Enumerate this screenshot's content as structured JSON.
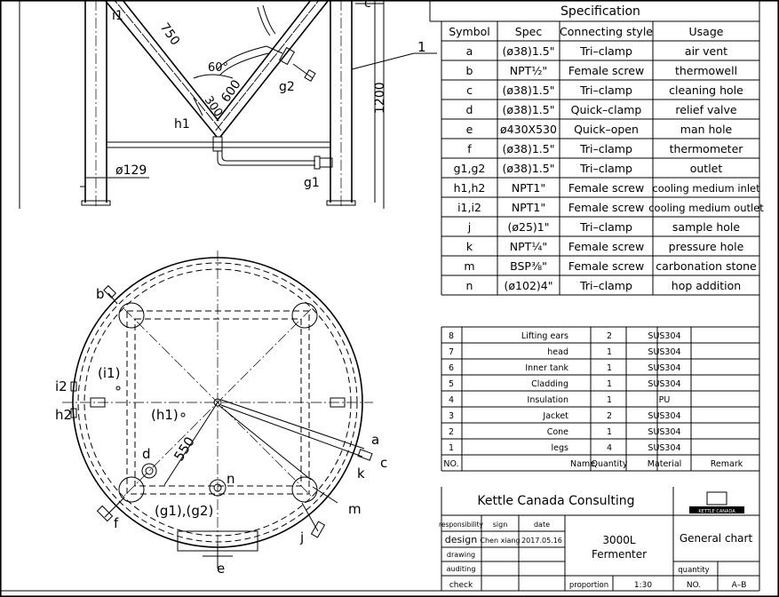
{
  "spec": {
    "title": "Specification",
    "headers": [
      "Symbol",
      "Spec",
      "Connecting style",
      "Usage"
    ],
    "rows": [
      [
        "a",
        "(ø38)1.5\"",
        "Tri–clamp",
        "air vent"
      ],
      [
        "b",
        "NPT½\"",
        "Female screw",
        "thermowell"
      ],
      [
        "c",
        "(ø38)1.5\"",
        "Tri–clamp",
        "cleaning hole"
      ],
      [
        "d",
        "(ø38)1.5\"",
        "Quick–clamp",
        "relief valve"
      ],
      [
        "e",
        "ø430X530",
        "Quick–open",
        "man hole"
      ],
      [
        "f",
        "(ø38)1.5\"",
        "Tri–clamp",
        "thermometer"
      ],
      [
        "g1,g2",
        "(ø38)1.5\"",
        "Tri–clamp",
        "outlet"
      ],
      [
        "h1,h2",
        "NPT1\"",
        "Female screw",
        "cooling medium inlet"
      ],
      [
        "i1,i2",
        "NPT1\"",
        "Female screw",
        "cooling medium outlet"
      ],
      [
        "j",
        "(ø25)1\"",
        "Tri–clamp",
        "sample hole"
      ],
      [
        "k",
        "NPT¼\"",
        "Female screw",
        "pressure hole"
      ],
      [
        "m",
        "BSP⅜\"",
        "Female screw",
        "carbonation stone"
      ],
      [
        "n",
        "(ø102)4\"",
        "Tri–clamp",
        "hop addition"
      ]
    ]
  },
  "bom": {
    "headers": [
      "NO.",
      "Name",
      "Quantity",
      "Material",
      "Remark"
    ],
    "rows": [
      [
        "8",
        "Lifting ears",
        "2",
        "SUS304",
        ""
      ],
      [
        "7",
        "head",
        "1",
        "SUS304",
        ""
      ],
      [
        "6",
        "Inner tank",
        "1",
        "SUS304",
        ""
      ],
      [
        "5",
        "Cladding",
        "1",
        "SUS304",
        ""
      ],
      [
        "4",
        "Insulation",
        "1",
        "PU",
        ""
      ],
      [
        "3",
        "Jacket",
        "2",
        "SUS304",
        ""
      ],
      [
        "2",
        "Cone",
        "1",
        "SUS304",
        ""
      ],
      [
        "1",
        "legs",
        "4",
        "SUS304",
        ""
      ]
    ]
  },
  "title_block": {
    "company": "Kettle Canada Consulting",
    "logo_text": "KETTLE CANADA",
    "labels": {
      "responsibility": "responsibility",
      "sign": "sign",
      "date": "date",
      "design": "design",
      "drawing": "drawing",
      "auditing": "auditing",
      "check": "check",
      "proportion": "proportion",
      "quantity": "quantity",
      "no": "NO."
    },
    "designer": "Chen xiang",
    "design_date": "2017.05.16",
    "product_line1": "3000L",
    "product_line2": "Fermenter",
    "drawing_type": "General chart",
    "scale": "1:30",
    "number": "A–B"
  },
  "side_view": {
    "labels": {
      "i1": "i1",
      "c": "c",
      "part1": "1",
      "d750": "750",
      "a60": "60°",
      "d600": "600",
      "d300": "300",
      "g2": "g2",
      "h1": "h1",
      "d1200": "1200",
      "d129": "ø129",
      "g1": "g1"
    }
  },
  "top_view": {
    "labels": {
      "b": "b",
      "i1p": "(i1)",
      "i2": "i2",
      "h2": "h2",
      "h1p": "(h1)",
      "d": "d",
      "d550": "550",
      "n": "n",
      "g1g2": "(g1),(g2)",
      "f": "f",
      "e": "e",
      "j": "j",
      "m": "m",
      "a": "a",
      "c": "c",
      "k": "k"
    }
  }
}
